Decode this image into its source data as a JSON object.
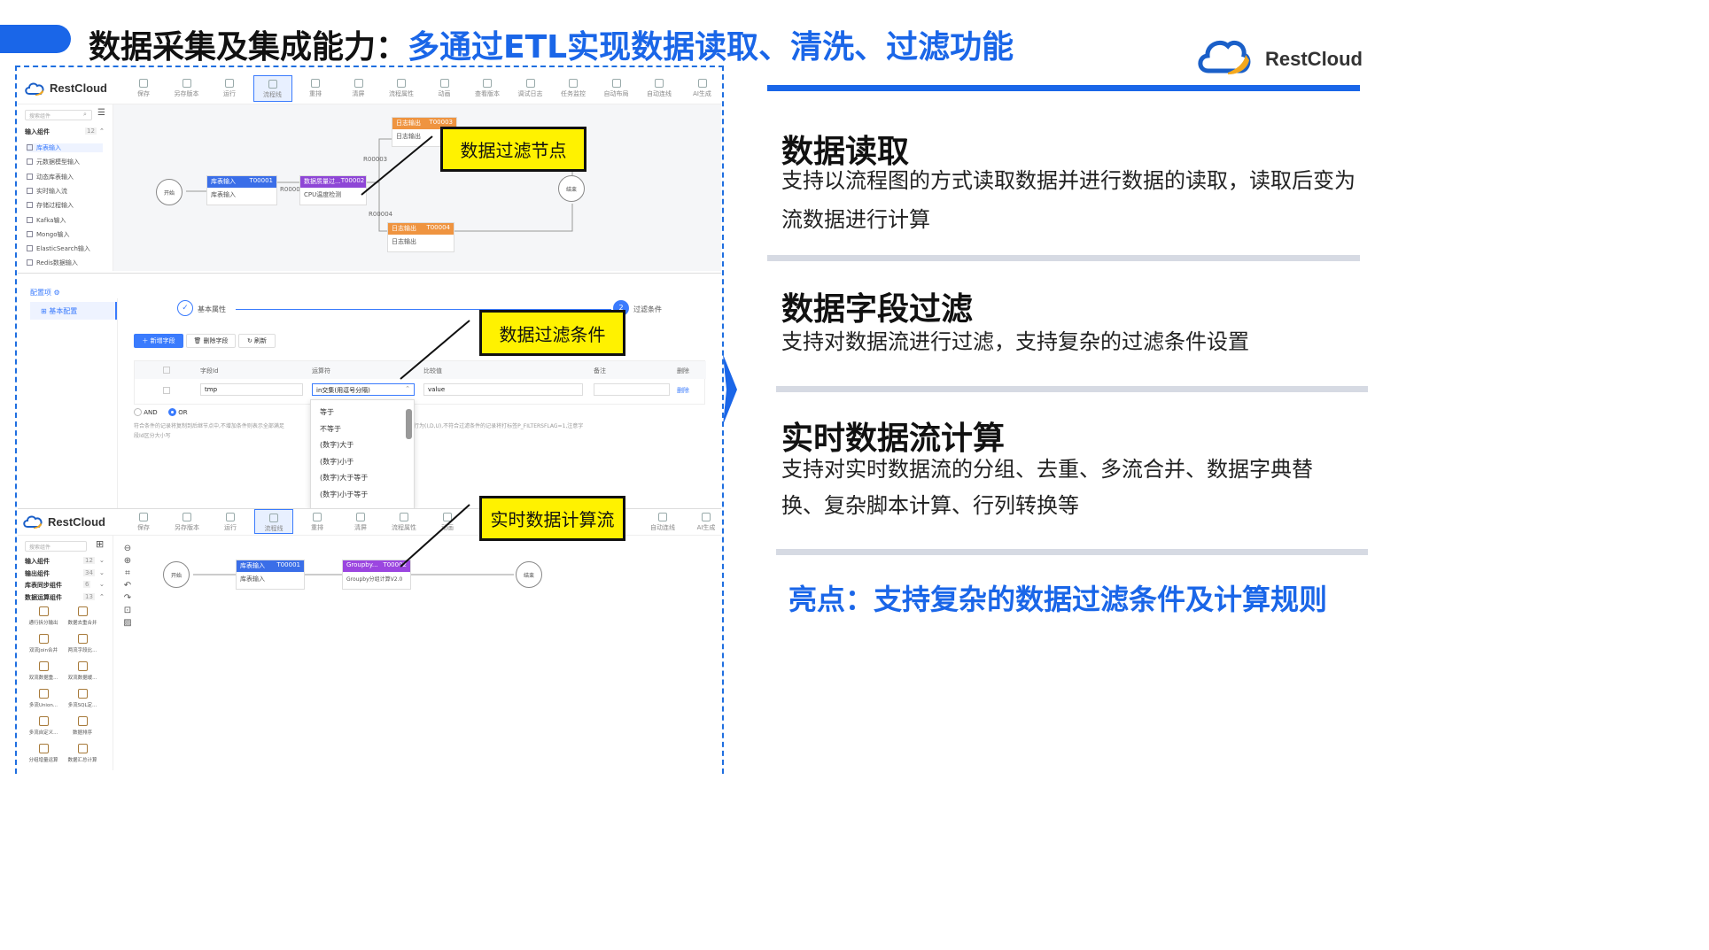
{
  "title": {
    "prefix": "数据采集及集成能力：",
    "highlight": "多通过ETL实现数据读取、清洗、过滤功能"
  },
  "brand": {
    "name": "RestCloud"
  },
  "colors": {
    "accent": "#1a66e8",
    "title_blue": "#1a66e8",
    "callout_yellow": "#fff200",
    "separator": "#d6dae3"
  },
  "app1": {
    "logo": "RestCloud",
    "toolbar": [
      "保存",
      "另存版本",
      "运行",
      "流程线",
      "重排",
      "清屏",
      "流程属性",
      "动画",
      "查看版本",
      "调试日志",
      "任务监控",
      "自动布局",
      "自动连线",
      "AI生成"
    ],
    "sidebar_search_placeholder": "搜索组件",
    "sidebar_group": "输入组件",
    "sidebar_group_count": "12",
    "sidebar_items": [
      "库表输入",
      "元数据模型输入",
      "动态库表输入",
      "实时输入流",
      "存储过程输入",
      "Kafka输入",
      "Mongo输入",
      "ElasticSearch输入",
      "Redis数据输入"
    ],
    "nodes": {
      "start": "开始",
      "end": "结束",
      "n1": {
        "title": "库表输入",
        "id": "T00001",
        "body": "库表输入"
      },
      "n2": {
        "title": "数据质量过...",
        "id": "T00002",
        "body": "CPU温度检测"
      },
      "n3": {
        "title": "日志输出",
        "id": "T00003",
        "body": "日志输出"
      },
      "n4": {
        "title": "日志输出",
        "id": "T00004",
        "body": "日志输出"
      }
    },
    "edges": [
      "R00002",
      "R00003",
      "R00004"
    ]
  },
  "config": {
    "section": "配置项",
    "tab": "基本配置",
    "steps": [
      "基本属性",
      "过滤条件"
    ],
    "step2_num": "2",
    "buttons": [
      "新增字段",
      "删除字段",
      "刷新"
    ],
    "columns": [
      "字段Id",
      "运算符",
      "比较值",
      "备注",
      "删除"
    ],
    "row": {
      "field": "tmp",
      "operator": "in交集(用逗号分隔)",
      "value": "value",
      "delete": "删除"
    },
    "logic": [
      "AND",
      "OR"
    ],
    "hint": "符合条件的记录将复制到后继节点中,不增加条件则表示全部满足",
    "hint2": "段Id区分大小写",
    "hint_right": "行为(I,D,U),不符合过滤条件的记录将打标签P_FILTERSFLAG=1,注意字",
    "dropdown": [
      "等于",
      "不等于",
      "(数字)大于",
      "(数字)小于",
      "(数字)大于等于",
      "(数字)小于等于"
    ]
  },
  "app2": {
    "logo": "RestCloud",
    "toolbar": [
      "保存",
      "另存版本",
      "运行",
      "流程线",
      "重排",
      "清屏",
      "流程属性",
      "动画",
      "自动连线",
      "AI生成"
    ],
    "sidebar_groups": [
      {
        "label": "输入组件",
        "count": "12"
      },
      {
        "label": "输出组件",
        "count": "34"
      },
      {
        "label": "库表同步组件",
        "count": "6"
      },
      {
        "label": "数据运算组件",
        "count": "13"
      }
    ],
    "components": [
      "通行拆分输出",
      "数据去重合并",
      "双流Join合并",
      "两流字段比...",
      "双流数据重...",
      "双流数据缓...",
      "多流Union...",
      "多流SQL定...",
      "多流自定义...",
      "数据排序",
      "分组增量运算",
      "数据汇总计算"
    ],
    "nodes": {
      "start": "开始",
      "end": "结束",
      "n1": {
        "title": "库表输入",
        "id": "T00001",
        "body": "库表输入"
      },
      "n2": {
        "title": "Groupby...",
        "id": "T00002",
        "body": "Groupby分组计算V2.0"
      }
    }
  },
  "callouts": [
    "数据过滤节点",
    "数据过滤条件",
    "实时数据计算流"
  ],
  "sections": [
    {
      "heading": "数据读取",
      "text": "支持以流程图的方式读取数据并进行数据的读取，读取后变为流数据进行计算"
    },
    {
      "heading": "数据字段过滤",
      "text": "支持对数据流进行过滤，支持复杂的过滤条件设置"
    },
    {
      "heading": "实时数据流计算",
      "text": "支持对实时数据流的分组、去重、多流合并、数据字典替换、复杂脚本计算、行列转换等"
    }
  ],
  "highlight": "亮点：支持复杂的数据过滤条件及计算规则"
}
